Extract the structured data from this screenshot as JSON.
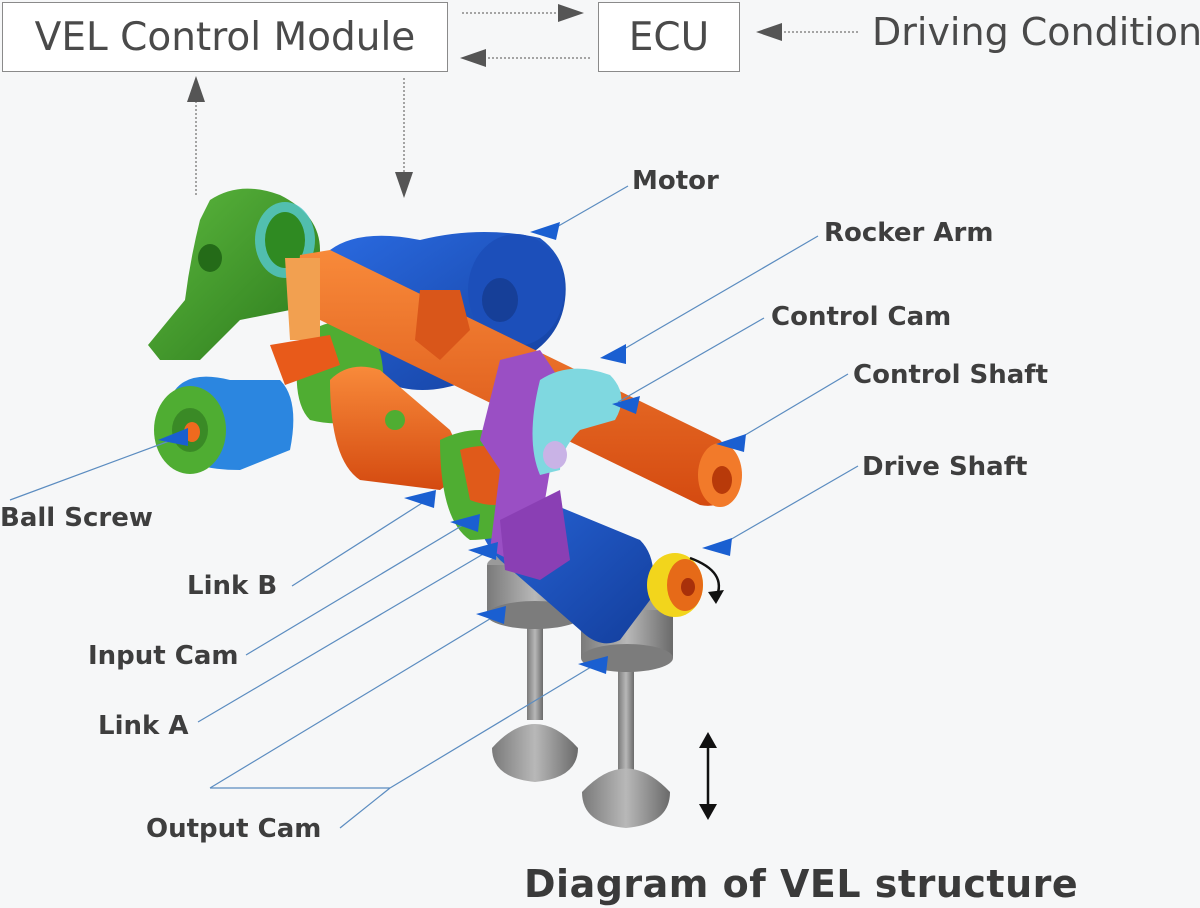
{
  "flow": {
    "control_module": "VEL Control Module",
    "ecu": "ECU",
    "driving_condition": "Driving Condition"
  },
  "labels": {
    "motor": "Motor",
    "rocker_arm": "Rocker Arm",
    "control_cam": "Control Cam",
    "control_shaft": "Control Shaft",
    "drive_shaft": "Drive Shaft",
    "ball_screw": "Ball Screw",
    "link_b": "Link B",
    "input_cam": "Input Cam",
    "link_a": "Link A",
    "output_cam": "Output Cam"
  },
  "caption": "Diagram of VEL structure",
  "colors": {
    "motor": "#1e56c8",
    "rocker_arm_shaft": "#ef6a1e",
    "actuator": "#3e9a2c",
    "link": "#9a4fc4",
    "control_cam": "#7fd8e0",
    "drive_shaft_tip": "#f2d51c",
    "valve": "#8c8c8c",
    "pointer": "#1a5fd1",
    "leader": "#5b8cc0"
  }
}
